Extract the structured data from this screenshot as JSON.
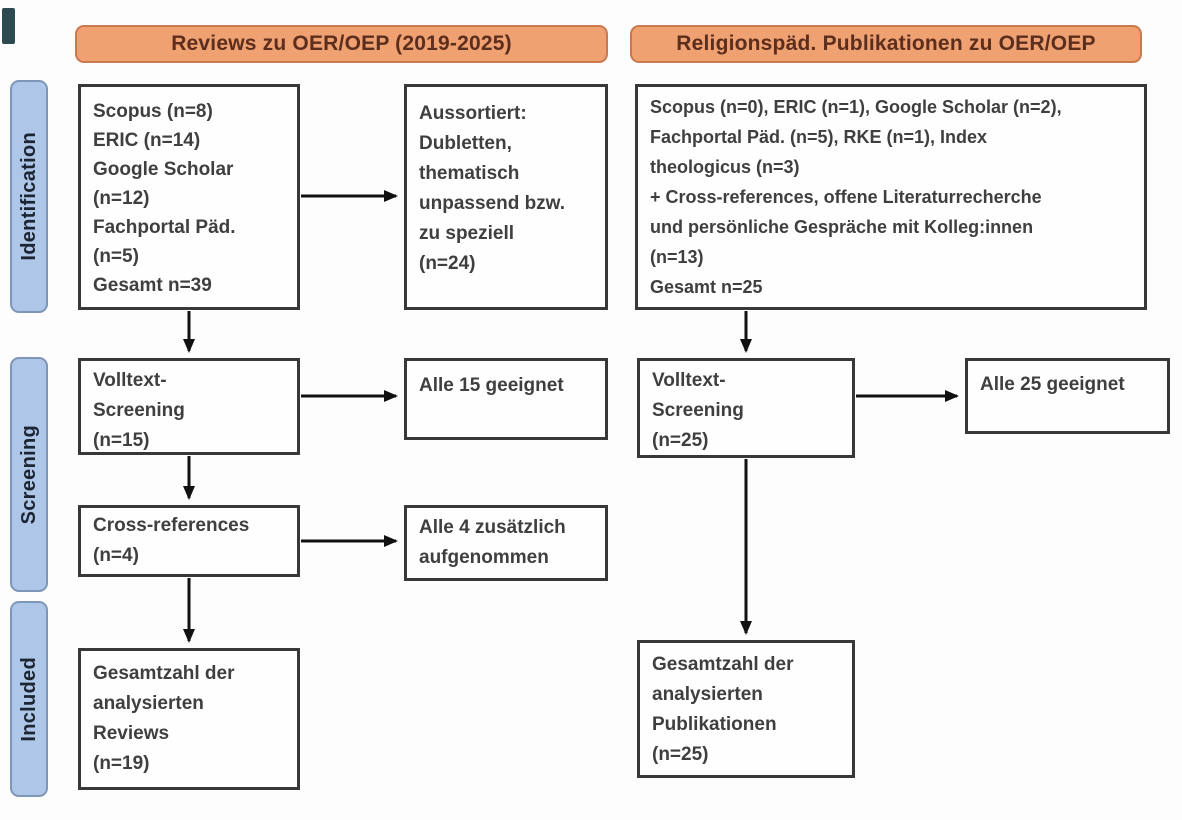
{
  "diagram": {
    "headers": {
      "left": "Reviews zu OER/OEP (2019-2025)",
      "right": "Religionspäd. Publikationen zu OER/OEP"
    },
    "stages": {
      "identification": "Identification",
      "screening": "Screening",
      "included": "Included"
    },
    "boxes": {
      "left_sources": {
        "lines": [
          "Scopus (n=8)",
          "ERIC (n=14)",
          "Google Scholar",
          "(n=12)",
          "Fachportal Päd.",
          "(n=5)",
          "Gesamt n=39"
        ]
      },
      "left_excluded": {
        "lines": [
          "Aussortiert:",
          "Dubletten,",
          "thematisch",
          "unpassend bzw.",
          "zu speziell",
          "(n=24)"
        ]
      },
      "right_sources": {
        "lines": [
          "Scopus (n=0), ERIC (n=1), Google Scholar (n=2),",
          "Fachportal Päd. (n=5), RKE (n=1), Index",
          "theologicus (n=3)",
          "+ Cross-references, offene Literaturrecherche",
          "und persönliche Gespräche mit Kolleg:innen",
          "(n=13)",
          "Gesamt n=25"
        ]
      },
      "left_fulltext": {
        "lines": [
          "Volltext-",
          "Screening",
          "(n=15)"
        ]
      },
      "left_fulltext_result": {
        "lines": [
          "Alle 15 geeignet"
        ]
      },
      "right_fulltext": {
        "lines": [
          "Volltext-",
          "Screening",
          "(n=25)"
        ]
      },
      "right_fulltext_result": {
        "lines": [
          "Alle 25 geeignet"
        ]
      },
      "left_crossref": {
        "lines": [
          "Cross-references",
          "(n=4)"
        ]
      },
      "left_crossref_result": {
        "lines": [
          "Alle 4 zusätzlich",
          "aufgenommen"
        ]
      },
      "left_included": {
        "lines": [
          "Gesamtzahl der",
          "analysierten",
          "Reviews",
          "(n=19)"
        ]
      },
      "right_included": {
        "lines": [
          "Gesamtzahl der",
          "analysierten",
          "Publikationen",
          "(n=25)"
        ]
      }
    },
    "colors": {
      "header_bg": "#efa172",
      "header_border": "#c8794e",
      "header_text": "#5c2e1e",
      "stage_bg": "#aec6e8",
      "stage_border": "#7e96b8",
      "stage_text": "#1c2633",
      "box_border": "#383838",
      "box_text": "#3f3f3f",
      "arrow": "#111111"
    }
  }
}
